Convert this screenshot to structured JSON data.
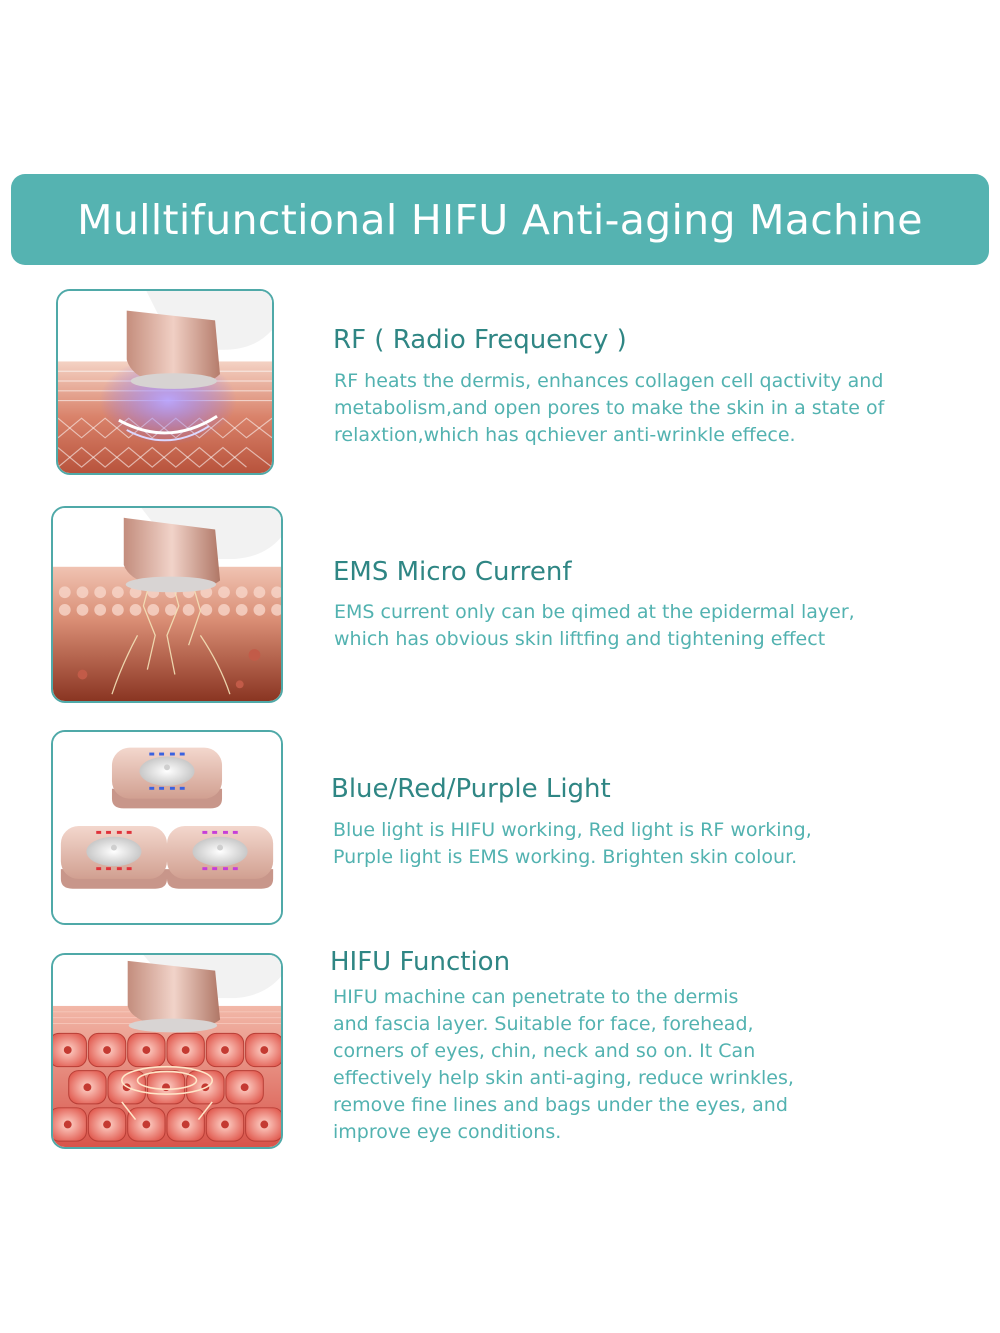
{
  "banner": {
    "title": "Mulltifunctional HIFU Anti-aging Machine"
  },
  "features": [
    {
      "title": "RF ( Radio Frequency )",
      "lines": [
        "RF heats the dermis, enhances collagen cell qactivity and",
        "metabolism,and open pores to make the skin in a state of",
        "relaxtion,which has qchiever anti-wrinkle effece."
      ]
    },
    {
      "title": "EMS Micro Currenf",
      "lines": [
        "EMS current only can be qimed at the epidermal layer,",
        "which has obvious skin liftfing and tightening effect"
      ]
    },
    {
      "title": "Blue/Red/Purple Light",
      "lines": [
        "Blue light is HIFU working, Red light is RF working,",
        "Purple light is EMS working. Brighten skin colour."
      ]
    },
    {
      "title": "HIFU Function",
      "lines": [
        "HIFU machine can penetrate to the dermis",
        "and fascia layer. Suitable for face, forehead,",
        "corners of eyes, chin, neck and so on. It Can",
        "effectively help skin anti-aging, reduce wrinkles,",
        "remove fine lines and bags under the eyes, and",
        "improve eye conditions."
      ]
    }
  ],
  "colors": {
    "banner": "#55b3b1",
    "title_text": "#2f8684",
    "desc_text": "#52b2b0",
    "frame_border": "#4fa9a8",
    "device_rose_gold": "#d8aa9c",
    "light_blue": "#3a62e0",
    "light_red": "#e0323a",
    "light_purple": "#c63fd8"
  },
  "images": [
    {
      "icon": "rf-skin-illustration-icon"
    },
    {
      "icon": "ems-skin-illustration-icon"
    },
    {
      "icon": "device-heads-lights-icon"
    },
    {
      "icon": "hifu-cells-illustration-icon"
    }
  ]
}
